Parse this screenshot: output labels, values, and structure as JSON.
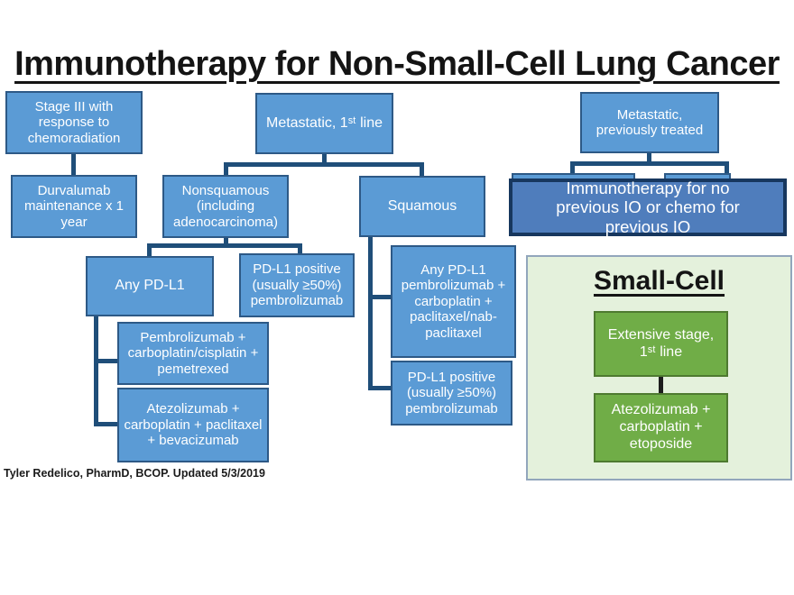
{
  "title": "Immunotherapy for Non-Small-Cell Lung Cancer",
  "credit": "Tyler Redelico, PharmD, BCOP. Updated 5/3/2019",
  "boxes": {
    "stage3": "Stage III with response to chemoradiation",
    "durvalumab": "Durvalumab maintenance x 1 year",
    "metastatic_first_line": "Metastatic, 1ˢᵗ line",
    "nonsquamous": "Nonsquamous (including adenocarcinoma)",
    "squamous": "Squamous",
    "any_pdl1": "Any PD-L1",
    "pdl1_positive_nonsquamous": "PD-L1 positive (usually ≥50%) pembrolizumab",
    "pembrolizumab_combo": "Pembrolizumab + carboplatin/cisplatin + pemetrexed",
    "atezolizumab_combo": "Atezolizumab + carboplatin + paclitaxel + bevacizumab",
    "any_pdl1_squamous": "Any PD-L1 pembrolizumab + carboplatin + paclitaxel/nab-paclitaxel",
    "pdl1_positive_squamous": "PD-L1 positive (usually ≥50%) pembrolizumab",
    "metastatic_previously_treated": "Metastatic, previously treated",
    "io_note": "Immunotherapy for no previous IO or chemo for previous IO"
  },
  "small_cell": {
    "heading": "Small-Cell",
    "extensive_stage": "Extensive stage, 1ˢᵗ line",
    "atezolizumab_combo": "Atezolizumab + carboplatin + etoposide"
  },
  "colors": {
    "blue_box_fill": "#5b9bd5",
    "blue_box_border": "#2d5986",
    "connector": "#1f4e79",
    "io_box_fill": "#4f7dbc",
    "io_box_border": "#17375e",
    "green_box_fill": "#70ad47",
    "green_box_border": "#4e7a30",
    "small_cell_panel_fill": "#e4f1dc",
    "small_cell_panel_border": "#92a6bc",
    "title_text": "#141414",
    "box_text": "#ffffff"
  }
}
